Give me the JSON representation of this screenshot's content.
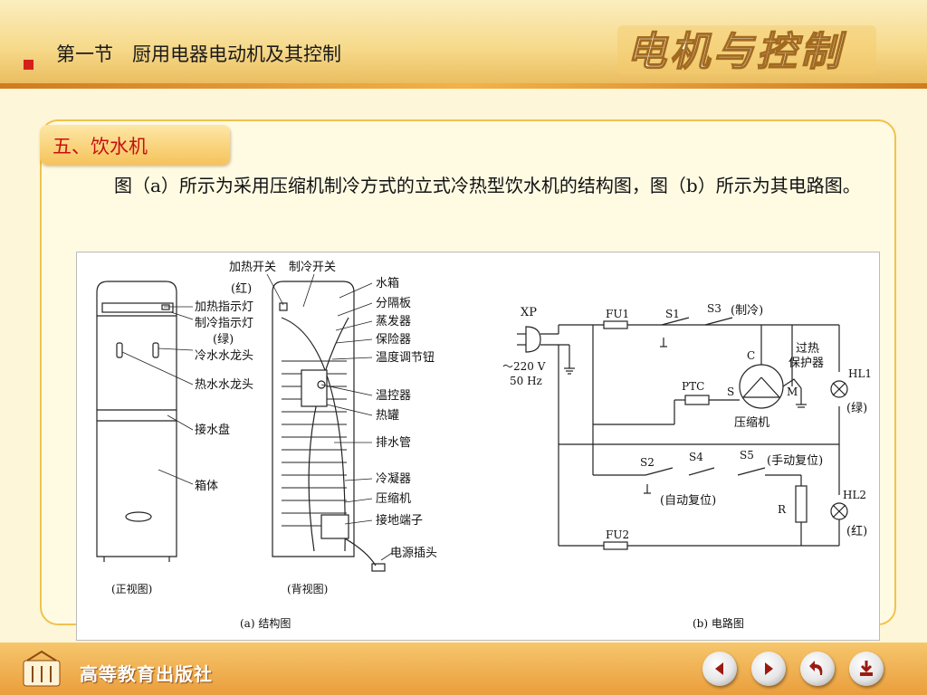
{
  "header": {
    "section_title": "第一节　厨用电器电动机及其控制",
    "brand_text": "电机与控制"
  },
  "content": {
    "tag": "五、饮水机",
    "paragraph": "图（a）所示为采用压缩机制冷方式的立式冷热型饮水机的结构图，图（b）所示为其电路图。"
  },
  "figure_a": {
    "caption": "(a) 结构图",
    "front_view": "(正视图)",
    "back_view": "(背视图)",
    "labels": {
      "heat_switch": "加热开关",
      "cool_switch": "制冷开关",
      "red": "(红)",
      "heat_lamp": "加热指示灯",
      "cool_lamp": "制冷指示灯",
      "green": "(绿)",
      "cold_tap": "冷水水龙头",
      "hot_tap": "热水水龙头",
      "drip_tray": "接水盘",
      "cabinet": "箱体",
      "water_tank": "水箱",
      "divider": "分隔板",
      "evaporator": "蒸发器",
      "protector": "保险器",
      "temp_knob": "温度调节钮",
      "thermostat": "温控器",
      "hot_tank": "热罐",
      "drain_pipe": "排水管",
      "condenser": "冷凝器",
      "compressor": "压缩机",
      "ground_terminal": "接地端子",
      "power_plug": "电源插头"
    }
  },
  "figure_b": {
    "caption": "(b) 电路图",
    "labels": {
      "xp": "XP",
      "voltage": "～220 V",
      "freq": "50 Hz",
      "fu1": "FU1",
      "fu2": "FU2",
      "s1": "S1",
      "s2": "S2",
      "s3": "S3",
      "s3_note": "(制冷)",
      "s4": "S4",
      "s5": "S5",
      "s5_note": "(手动复位)",
      "s2_note": "(自动复位)",
      "c": "C",
      "s": "S",
      "m": "M",
      "ptc": "PTC",
      "overheat1": "过热",
      "overheat2": "保护器",
      "compressor": "压缩机",
      "hl1": "HL1",
      "green": "(绿)",
      "hl2": "HL2",
      "red": "(红)",
      "r": "R"
    }
  },
  "footer": {
    "publisher": "高等教育出版社"
  },
  "nav": [
    "prev-icon",
    "next-icon",
    "return-icon",
    "end-icon"
  ],
  "colors": {
    "accent": "#d4201a",
    "border": "#f0c24e",
    "footer": "#ea9e3c"
  }
}
